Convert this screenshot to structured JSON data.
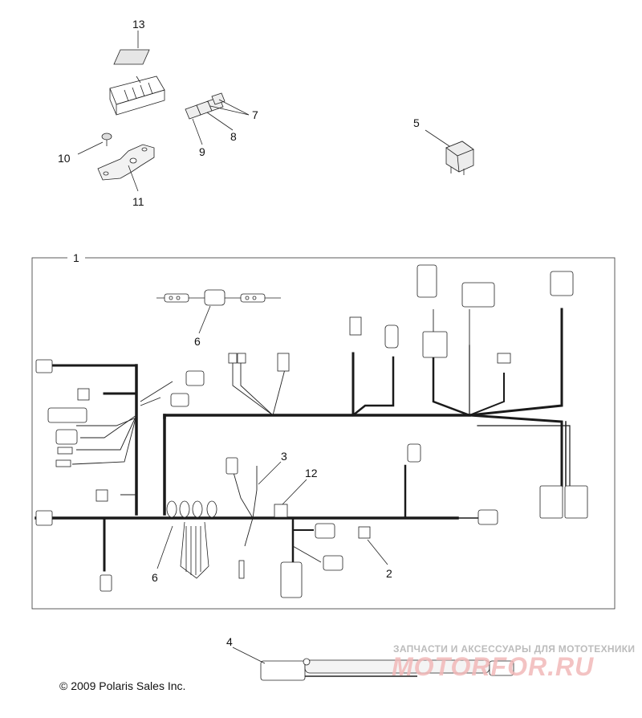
{
  "callouts": {
    "c13": "13",
    "c7": "7",
    "c8": "8",
    "c9": "9",
    "c10": "10",
    "c11": "11",
    "c5": "5",
    "c1": "1",
    "c6a": "6",
    "c3": "3",
    "c12": "12",
    "c6b": "6",
    "c2": "2",
    "c4": "4"
  },
  "footer": {
    "copyright": "© 2009 Polaris Sales Inc."
  },
  "watermark": {
    "tagline": "ЗАПЧАСТИ И АКСЕССУАРЫ ДЛЯ МОТОТЕХНИКИ",
    "logo": "MOTORFOR.RU"
  },
  "colors": {
    "line": "#111111",
    "wire": "#1a1a1a",
    "watermark_text": "#bcbcbc",
    "watermark_logo": "#f2b9b9"
  }
}
